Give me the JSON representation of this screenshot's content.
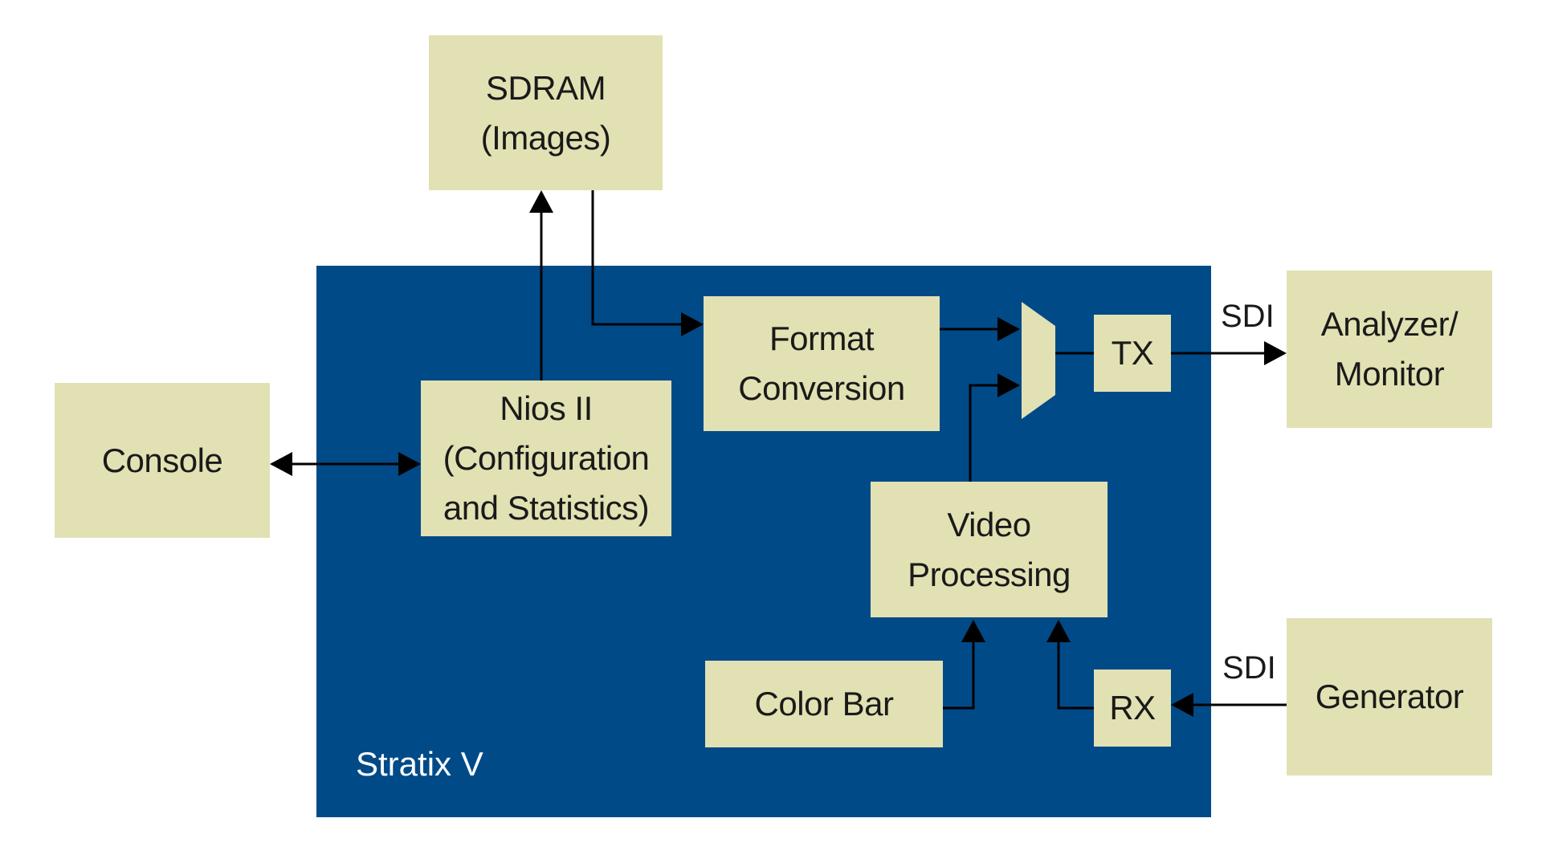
{
  "chip": {
    "label": "Stratix V"
  },
  "blocks": {
    "sdram": {
      "line1": "SDRAM",
      "line2": "(Images)"
    },
    "console": {
      "line1": "Console"
    },
    "nios": {
      "line1": "Nios II",
      "line2": "(Configuration",
      "line3": "and Statistics)"
    },
    "format": {
      "line1": "Format",
      "line2": "Conversion"
    },
    "tx": {
      "line1": "TX"
    },
    "rx": {
      "line1": "RX"
    },
    "video": {
      "line1": "Video",
      "line2": "Processing"
    },
    "colorbar": {
      "line1": "Color Bar"
    },
    "analyzer": {
      "line1": "Analyzer/",
      "line2": "Monitor"
    },
    "generator": {
      "line1": "Generator"
    }
  },
  "links": {
    "sdi_out": "SDI",
    "sdi_in": "SDI"
  },
  "colors": {
    "chip": "#004a88",
    "block": "#e2e1b3",
    "wire": "#000000",
    "chip_label": "#ffffff"
  }
}
